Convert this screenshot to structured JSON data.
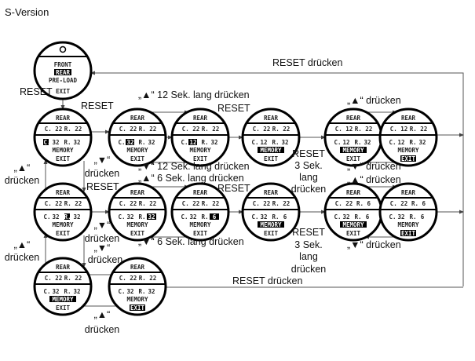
{
  "title": "S-Version",
  "colors": {
    "line": "#444444",
    "circle": "#000000",
    "highlight": "#000000",
    "text": "#111111"
  },
  "start_screen": {
    "icon": "tire-icon",
    "lines": [
      "FRONT",
      "REAR",
      "PRE-LOAD",
      "EXIT"
    ],
    "highlighted": "REAR"
  },
  "screens": [
    {
      "id": "r1c1",
      "header": "REAR",
      "line1": [
        "C. 22",
        "R. 22"
      ],
      "line2": [
        "C. 32",
        "R. 32"
      ],
      "memory": "MEMORY",
      "exit": "EXIT",
      "highlight": "c-label"
    },
    {
      "id": "r1c2",
      "header": "REAR",
      "line1": [
        "C. 22",
        "R. 22"
      ],
      "line2": [
        "C. 32",
        "R. 32"
      ],
      "memory": "MEMORY",
      "exit": "EXIT",
      "highlight": "c-value"
    },
    {
      "id": "r1c3",
      "header": "REAR",
      "line1": [
        "C. 22",
        "R. 22"
      ],
      "line2": [
        "C. 12",
        "R. 32"
      ],
      "memory": "MEMORY",
      "exit": "EXIT",
      "highlight": "c-value"
    },
    {
      "id": "r1c4",
      "header": "REAR",
      "line1": [
        "C. 22",
        "R. 22"
      ],
      "line2": [
        "C. 12",
        "R. 32"
      ],
      "memory": "MEMORY",
      "exit": "EXIT",
      "highlight": "memory"
    },
    {
      "id": "r1c5",
      "header": "REAR",
      "line1": [
        "C. 12",
        "R. 22"
      ],
      "line2": [
        "C. 12",
        "R. 32"
      ],
      "memory": "MEMORY",
      "exit": "EXIT",
      "highlight": "memory"
    },
    {
      "id": "r1c6",
      "header": "REAR",
      "line1": [
        "C. 12",
        "R. 22"
      ],
      "line2": [
        "C. 12",
        "R. 32"
      ],
      "memory": "MEMORY",
      "exit": "EXIT",
      "highlight": "exit"
    },
    {
      "id": "r2c1",
      "header": "REAR",
      "line1": [
        "C. 22",
        "R. 22"
      ],
      "line2": [
        "C. 32",
        "R. 32"
      ],
      "memory": "MEMORY",
      "exit": "EXIT",
      "highlight": "r-label"
    },
    {
      "id": "r2c2",
      "header": "REAR",
      "line1": [
        "C. 22",
        "R. 22"
      ],
      "line2": [
        "C. 32",
        "R. 32"
      ],
      "memory": "MEMORY",
      "exit": "EXIT",
      "highlight": "r-value"
    },
    {
      "id": "r2c3",
      "header": "REAR",
      "line1": [
        "C. 22",
        "R. 22"
      ],
      "line2": [
        "C. 32",
        "R. 6"
      ],
      "memory": "MEMORY",
      "exit": "EXIT",
      "highlight": "r-value"
    },
    {
      "id": "r2c4",
      "header": "REAR",
      "line1": [
        "C. 22",
        "R. 22"
      ],
      "line2": [
        "C. 32",
        "R. 6"
      ],
      "memory": "MEMORY",
      "exit": "EXIT",
      "highlight": "memory"
    },
    {
      "id": "r2c5",
      "header": "REAR",
      "line1": [
        "C. 22",
        "R. 6"
      ],
      "line2": [
        "C. 32",
        "R. 6"
      ],
      "memory": "MEMORY",
      "exit": "EXIT",
      "highlight": "memory"
    },
    {
      "id": "r2c6",
      "header": "REAR",
      "line1": [
        "C. 22",
        "R. 6"
      ],
      "line2": [
        "C. 32",
        "R. 6"
      ],
      "memory": "MEMORY",
      "exit": "EXIT",
      "highlight": "exit"
    },
    {
      "id": "r3c1",
      "header": "REAR",
      "line1": [
        "C. 22",
        "R. 22"
      ],
      "line2": [
        "C. 32",
        "R. 32"
      ],
      "memory": "MEMORY",
      "exit": "EXIT",
      "highlight": "memory"
    },
    {
      "id": "r3c2",
      "header": "REAR",
      "line1": [
        "C. 22",
        "R. 22"
      ],
      "line2": [
        "C. 32",
        "R. 32"
      ],
      "memory": "MEMORY",
      "exit": "EXIT",
      "highlight": "exit"
    }
  ],
  "labels": {
    "reset_top": "RESET drücken",
    "reset_left": "RESET",
    "reset_r1c1_c2": "RESET",
    "up12": "„▲“ 12 Sek. lang drücken",
    "reset_r1c2_c3": "RESET",
    "up_r1": "„▲“ drücken",
    "down_r1": "„▼“ drücken",
    "reset3_r1": [
      "RESET",
      "3 Sek.",
      "lang",
      "drücken"
    ],
    "down12": "„▼“ 12 Sek. lang drücken",
    "up6": "„▲“ 6 Sek. lang drücken",
    "reset_r2c2_c3": "RESET",
    "down_left1": [
      "„▼“",
      "drücken"
    ],
    "reset_left2": "RESET",
    "up_left1": [
      "„▲“",
      "drücken"
    ],
    "up_r2": "„▲“ drücken",
    "down_r2": "„▼“ drücken",
    "reset3_r2": [
      "RESET",
      "3 Sek.",
      "lang",
      "drücken"
    ],
    "down6": "„▼“ 6 Sek. lang drücken",
    "down_left2": [
      "„▼“",
      "drücken"
    ],
    "down_left3": [
      "„▼“",
      "drücken"
    ],
    "up_left2": [
      "„▲“",
      "drücken"
    ],
    "reset_bottom": "RESET drücken",
    "up_bottom": [
      "„▲“",
      "drücken"
    ]
  }
}
